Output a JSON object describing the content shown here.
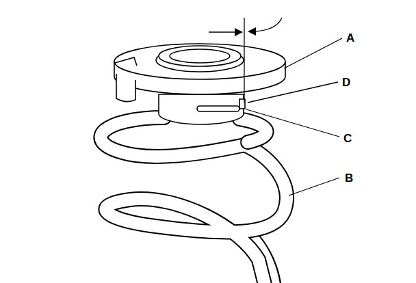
{
  "diagram": {
    "labels": [
      "A",
      "D",
      "C",
      "B"
    ]
  }
}
